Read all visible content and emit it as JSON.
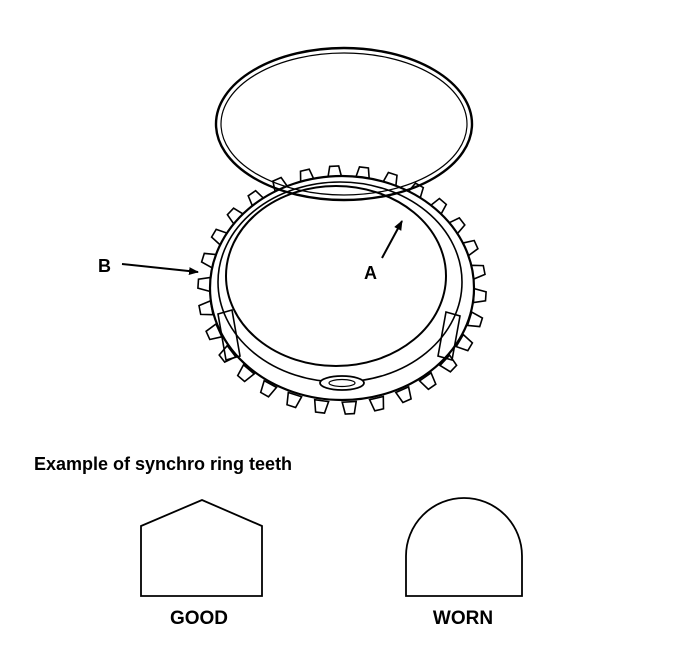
{
  "callouts": {
    "a": "A",
    "b": "B"
  },
  "section_title": "Example of synchro ring teeth",
  "teeth": {
    "good": "GOOD",
    "worn": "WORN"
  }
}
